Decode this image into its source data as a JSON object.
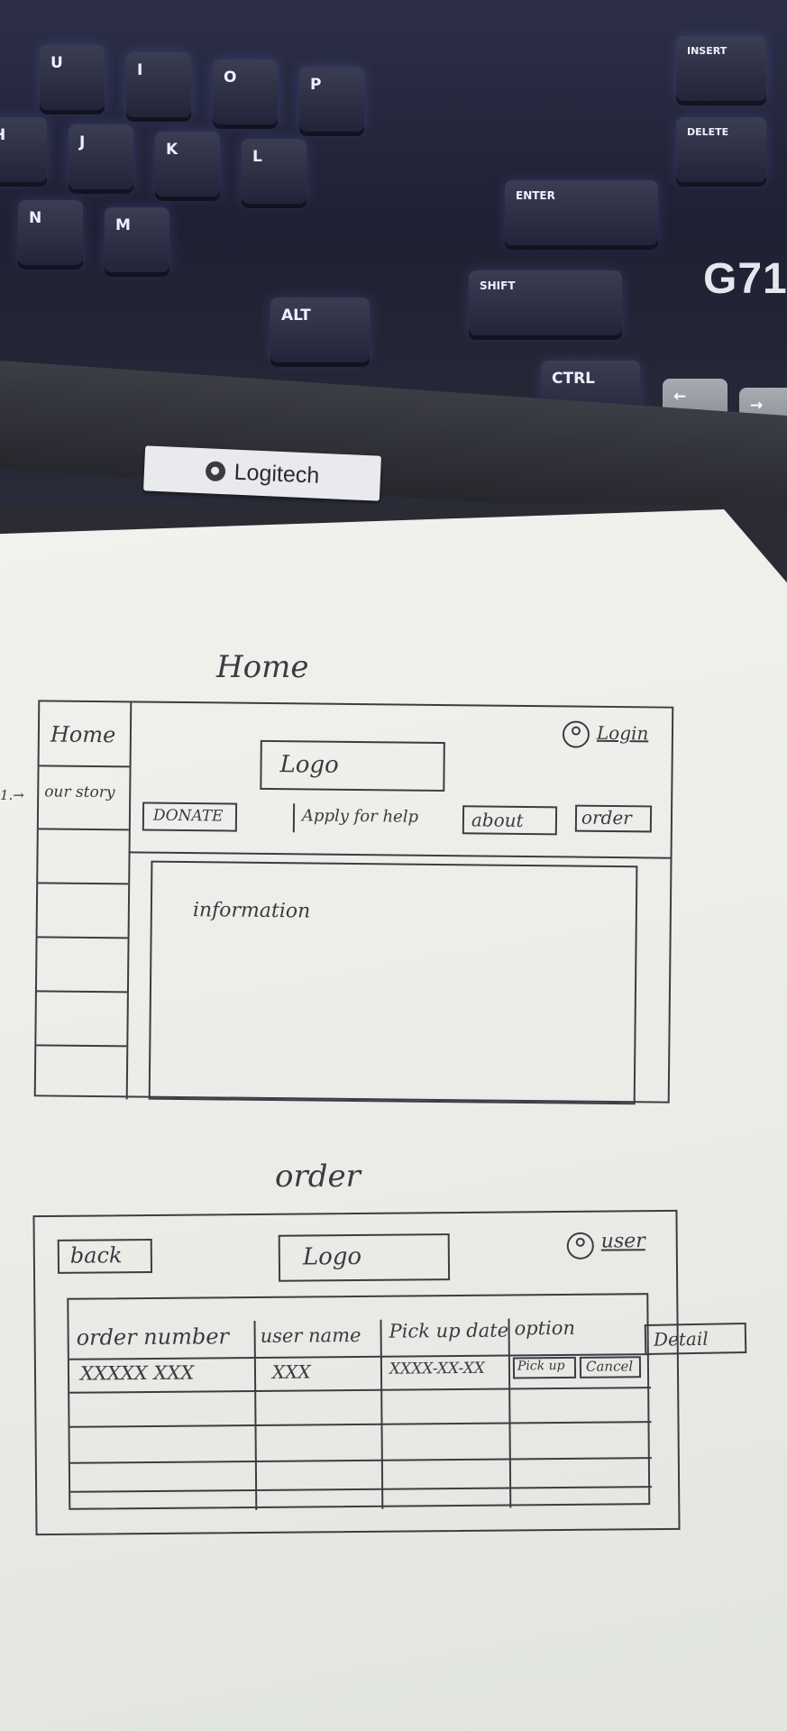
{
  "keyboard": {
    "keys": [
      "U",
      "I",
      "O",
      "P",
      "H",
      "J",
      "K",
      "L",
      "N",
      "M",
      "ALT",
      "ENTER",
      "SHIFT",
      "CTRL",
      "INSERT",
      "DELETE"
    ],
    "brand": "Logitech",
    "model": "G71"
  },
  "sketch_home": {
    "title": "Home",
    "sidebar": {
      "home_label": "Home",
      "our_story_label": "our story",
      "arrow_label": "1.→"
    },
    "logo_box": "Logo",
    "login_label": "Login",
    "nav": {
      "donate": "DONATE",
      "apply": "Apply for help",
      "about": "about",
      "order": "order"
    },
    "content_label": "information"
  },
  "sketch_order": {
    "title": "order",
    "back_label": "back",
    "logo_box": "Logo",
    "user_label": "user",
    "table": {
      "headers": [
        "order number",
        "user name",
        "Pick up date",
        "option"
      ],
      "row": [
        "XXXXX XXX",
        "XXX",
        "XXXX-XX-XX"
      ],
      "option_buttons": [
        "Pick up",
        "Cancel"
      ],
      "detail_button": "Detail"
    }
  }
}
